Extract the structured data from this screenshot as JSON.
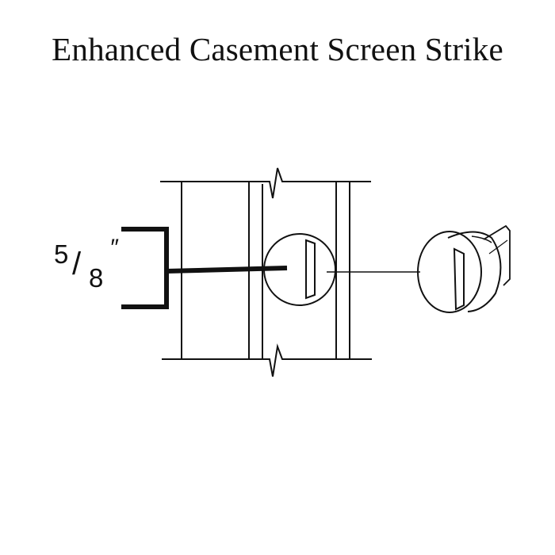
{
  "title": "Enhanced Casement Screen Strike",
  "dimension": {
    "numerator": "5",
    "slash": "/",
    "denominator": "8",
    "unit": "″"
  },
  "colors": {
    "line": "#111111",
    "background": "#ffffff"
  }
}
